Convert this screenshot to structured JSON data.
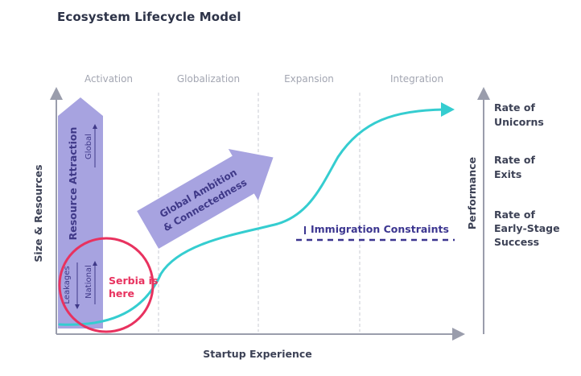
{
  "title": "Ecosystem Lifecycle Model",
  "phases": [
    "Activation",
    "Globalization",
    "Expansion",
    "Integration"
  ],
  "axes": {
    "x_label": "Startup Experience",
    "y_label": "Size & Resources",
    "right_label": "Performance"
  },
  "performance_metrics": [
    [
      "Rate of",
      "Unicorns"
    ],
    [
      "Rate of",
      "Exits"
    ],
    [
      "Rate of",
      "Early-Stage",
      "Success"
    ]
  ],
  "resource_arrow": {
    "label": "Resource Attraction",
    "global": "Global",
    "national": "National",
    "leakages": "Leakages"
  },
  "ambition_arrow": {
    "line1": "Global Ambition",
    "line2": "& Connectedness"
  },
  "constraint": {
    "label": "Immigration Constraints"
  },
  "callout": {
    "line1": "Serbia is",
    "line2": "here"
  },
  "colors": {
    "title": "#2d3348",
    "arrow_fill": "#a7a3e0",
    "arrow_text": "#3f3988",
    "curve": "#35cdd0",
    "callout": "#e8325f",
    "axis": "#9a9dac",
    "phase_text": "#a3a6b2",
    "constraint": "#3c3690"
  }
}
